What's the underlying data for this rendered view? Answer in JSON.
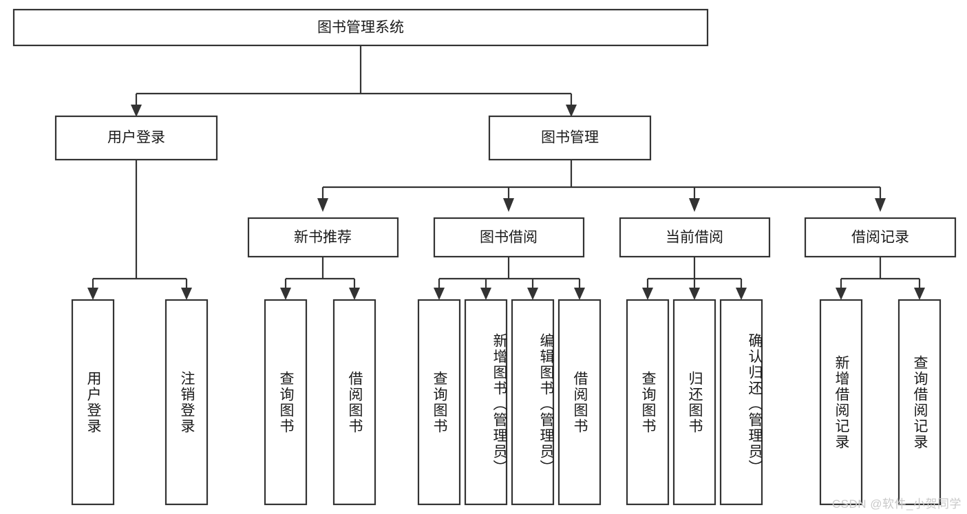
{
  "diagram": {
    "title": "图书管理系统",
    "watermark": "CSDN @软件_小贺同学",
    "colors": {
      "stroke": "#333333",
      "fill": "#ffffff",
      "text": "#1a1a1a",
      "watermark": "#c9c9c9",
      "background": "#ffffff"
    },
    "root": {
      "label": "图书管理系统"
    },
    "level2": [
      {
        "label": "用户登录"
      },
      {
        "label": "图书管理"
      }
    ],
    "level3": [
      {
        "label": "新书推荐"
      },
      {
        "label": "图书借阅"
      },
      {
        "label": "当前借阅"
      },
      {
        "label": "借阅记录"
      }
    ],
    "leaves": {
      "user_login": [
        {
          "label": "用户登录"
        },
        {
          "label": "注销登录"
        }
      ],
      "new_book_recommend": [
        {
          "label": "查询图书"
        },
        {
          "label": "借阅图书"
        }
      ],
      "book_borrow": [
        {
          "label": "查询图书"
        },
        {
          "label": "新增图书（管理员）"
        },
        {
          "label": "编辑图书（管理员）"
        },
        {
          "label": "借阅图书"
        }
      ],
      "current_borrow": [
        {
          "label": "查询图书"
        },
        {
          "label": "归还图书"
        },
        {
          "label": "确认归还（管理员）"
        }
      ],
      "borrow_record": [
        {
          "label": "新增借阅记录"
        },
        {
          "label": "查询借阅记录"
        }
      ]
    }
  }
}
